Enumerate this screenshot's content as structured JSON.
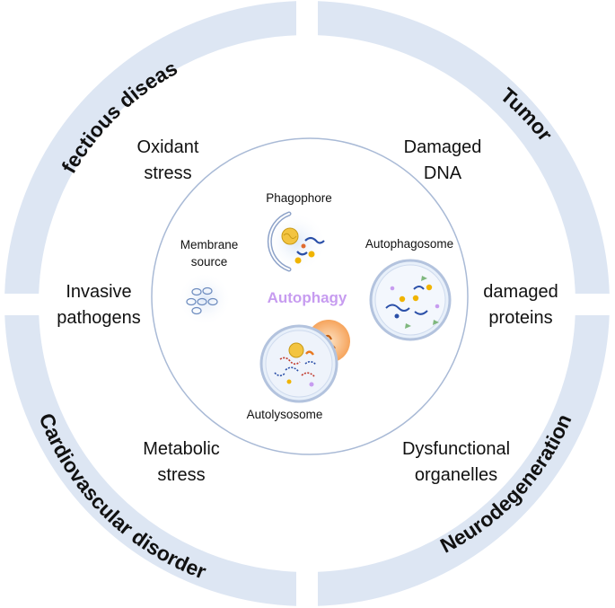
{
  "ring_labels": {
    "top_left": "Infectious disease",
    "top_right": "Tumor",
    "bottom_left": "Cardiovascular disorder",
    "bottom_right": "Neurodegeneration"
  },
  "stress_labels": {
    "oxidant": [
      "Oxidant",
      "stress"
    ],
    "dna": [
      "Damaged",
      "DNA"
    ],
    "pathogens": [
      "Invasive",
      "pathogens"
    ],
    "proteins": [
      "damaged",
      "proteins"
    ],
    "metabolic": [
      "Metabolic",
      "stress"
    ],
    "organelles": [
      "Dysfunctional",
      "organelles"
    ]
  },
  "center": {
    "title": "Autophagy",
    "membrane": [
      "Membrane",
      "source"
    ],
    "phagophore": "Phagophore",
    "autophagosome": "Autophagosome",
    "autolysosome": "Autolysosome"
  },
  "colors": {
    "ring": "#dde6f3",
    "center_circle_stroke": "#a9bad6",
    "autophagy_title": "#c79cf0",
    "lysosome": "#f6a45c",
    "vesicle": "#e8f0fa"
  }
}
